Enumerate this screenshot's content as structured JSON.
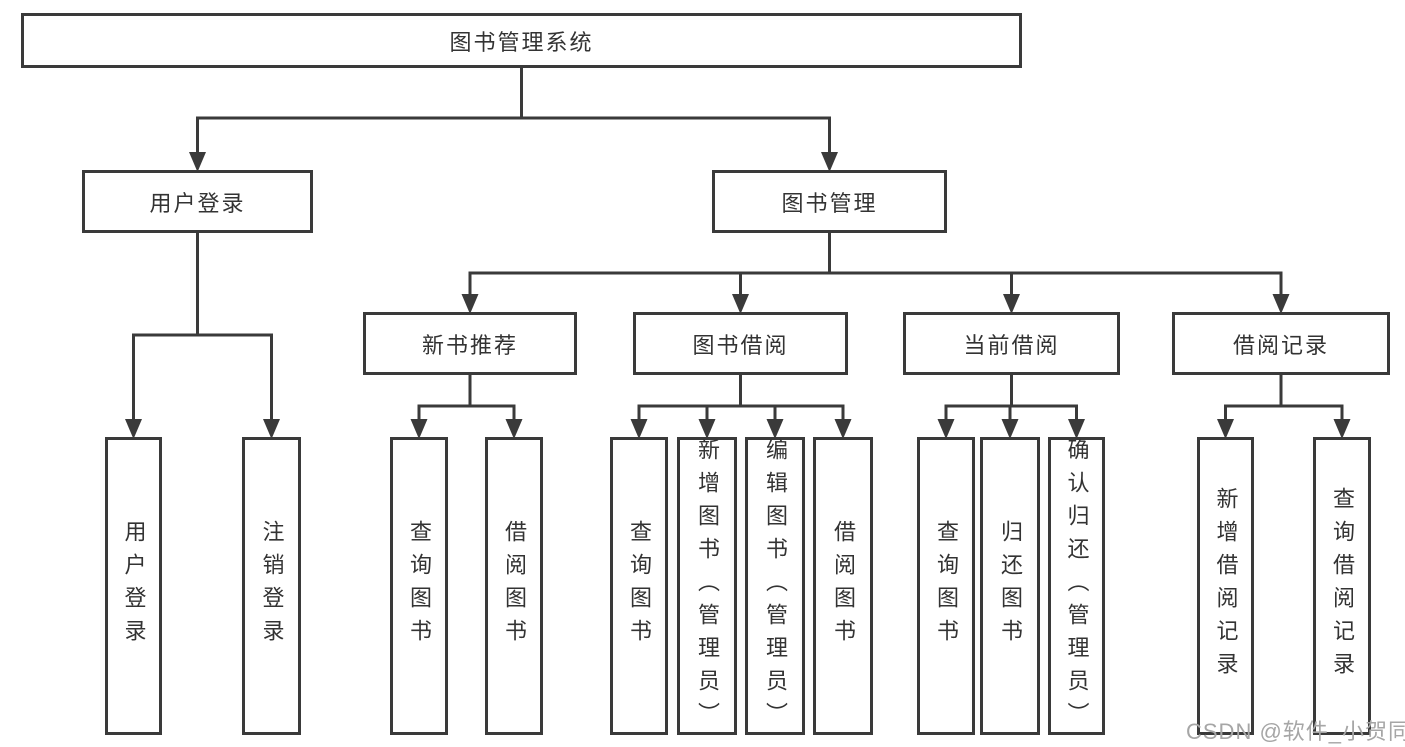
{
  "watermark": "CSDN @软件_小贺同学",
  "colors": {
    "line": "#3a3a3a",
    "border": "#3a3a3a",
    "text": "#333333",
    "background": "#ffffff",
    "watermark": "#a6a6a6"
  },
  "nodes": [
    {
      "id": "root",
      "label": "图书管理系统",
      "parent": null
    },
    {
      "id": "user-login",
      "label": "用户登录",
      "parent": "root"
    },
    {
      "id": "book-mgmt",
      "label": "图书管理",
      "parent": "root"
    },
    {
      "id": "login",
      "label": "用户登录",
      "parent": "user-login",
      "vertical": true
    },
    {
      "id": "logout",
      "label": "注销登录",
      "parent": "user-login",
      "vertical": true
    },
    {
      "id": "new-book-rec",
      "label": "新书推荐",
      "parent": "book-mgmt"
    },
    {
      "id": "book-borrow",
      "label": "图书借阅",
      "parent": "book-mgmt"
    },
    {
      "id": "current-borrow",
      "label": "当前借阅",
      "parent": "book-mgmt"
    },
    {
      "id": "borrow-records",
      "label": "借阅记录",
      "parent": "book-mgmt"
    },
    {
      "id": "rec-search",
      "label": "查询图书",
      "parent": "new-book-rec",
      "vertical": true
    },
    {
      "id": "rec-borrow",
      "label": "借阅图书",
      "parent": "new-book-rec",
      "vertical": true
    },
    {
      "id": "bb-search",
      "label": "查询图书",
      "parent": "book-borrow",
      "vertical": true
    },
    {
      "id": "bb-add",
      "label": "新增图书（管理员）",
      "parent": "book-borrow",
      "vertical": true
    },
    {
      "id": "bb-edit",
      "label": "编辑图书（管理员）",
      "parent": "book-borrow",
      "vertical": true
    },
    {
      "id": "bb-borrow",
      "label": "借阅图书",
      "parent": "book-borrow",
      "vertical": true
    },
    {
      "id": "cb-search",
      "label": "查询图书",
      "parent": "current-borrow",
      "vertical": true
    },
    {
      "id": "cb-return",
      "label": "归还图书",
      "parent": "current-borrow",
      "vertical": true
    },
    {
      "id": "cb-confirm",
      "label": "确认归还（管理员）",
      "parent": "current-borrow",
      "vertical": true
    },
    {
      "id": "br-add",
      "label": "新增借阅记录",
      "parent": "borrow-records",
      "vertical": true
    },
    {
      "id": "br-search",
      "label": "查询借阅记录",
      "parent": "borrow-records",
      "vertical": true
    }
  ]
}
